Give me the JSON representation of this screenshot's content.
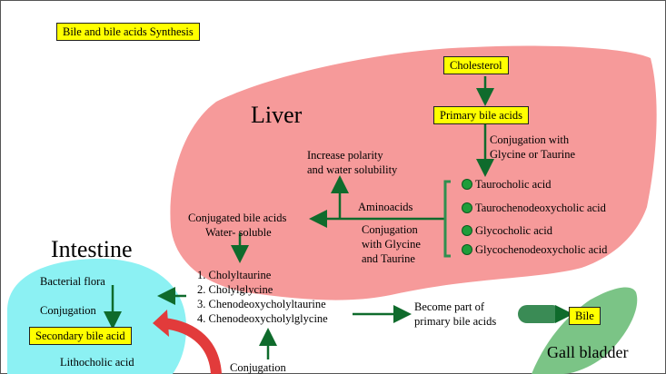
{
  "title": "Bile and bile acids Synthesis",
  "regions": {
    "liver": "Liver",
    "intestine": "Intestine",
    "gall_bladder": "Gall bladder"
  },
  "liver": {
    "cholesterol": "Cholesterol",
    "primary_bile_acids": "Primary bile acids",
    "conjugation_step": [
      "Conjugation with",
      "Glycine  or Taurine"
    ],
    "conjugated_acids": [
      "Taurocholic acid",
      "Taurochenodeoxycholic acid",
      "Glycocholic acid",
      "Glycochenodeoxycholic acid"
    ],
    "increase_polarity": [
      "Increase polarity",
      "and water solubility"
    ],
    "aminoacids": "Aminoacids",
    "conjugation_glycine_taurine": [
      "Conjugation",
      "with Glycine",
      "and Taurine"
    ],
    "conjugated_bile_acids": [
      "Conjugated bile acids",
      "Water- soluble"
    ],
    "products": [
      "1. Cholyltaurine",
      "2. Cholylglycine",
      "3. Chenodeoxycholyltaurine",
      "4. Chenodeoxycholylglycine"
    ],
    "become_part": [
      "Become part of",
      "primary bile acids"
    ],
    "bile": "Bile",
    "conjugation_bottom": "Conjugation"
  },
  "intestine": {
    "bacterial_flora": "Bacterial flora",
    "conjugation": "Conjugation",
    "secondary_bile_acid": "Secondary bile acid",
    "lithocholic_acid": "Lithocholic acid"
  }
}
